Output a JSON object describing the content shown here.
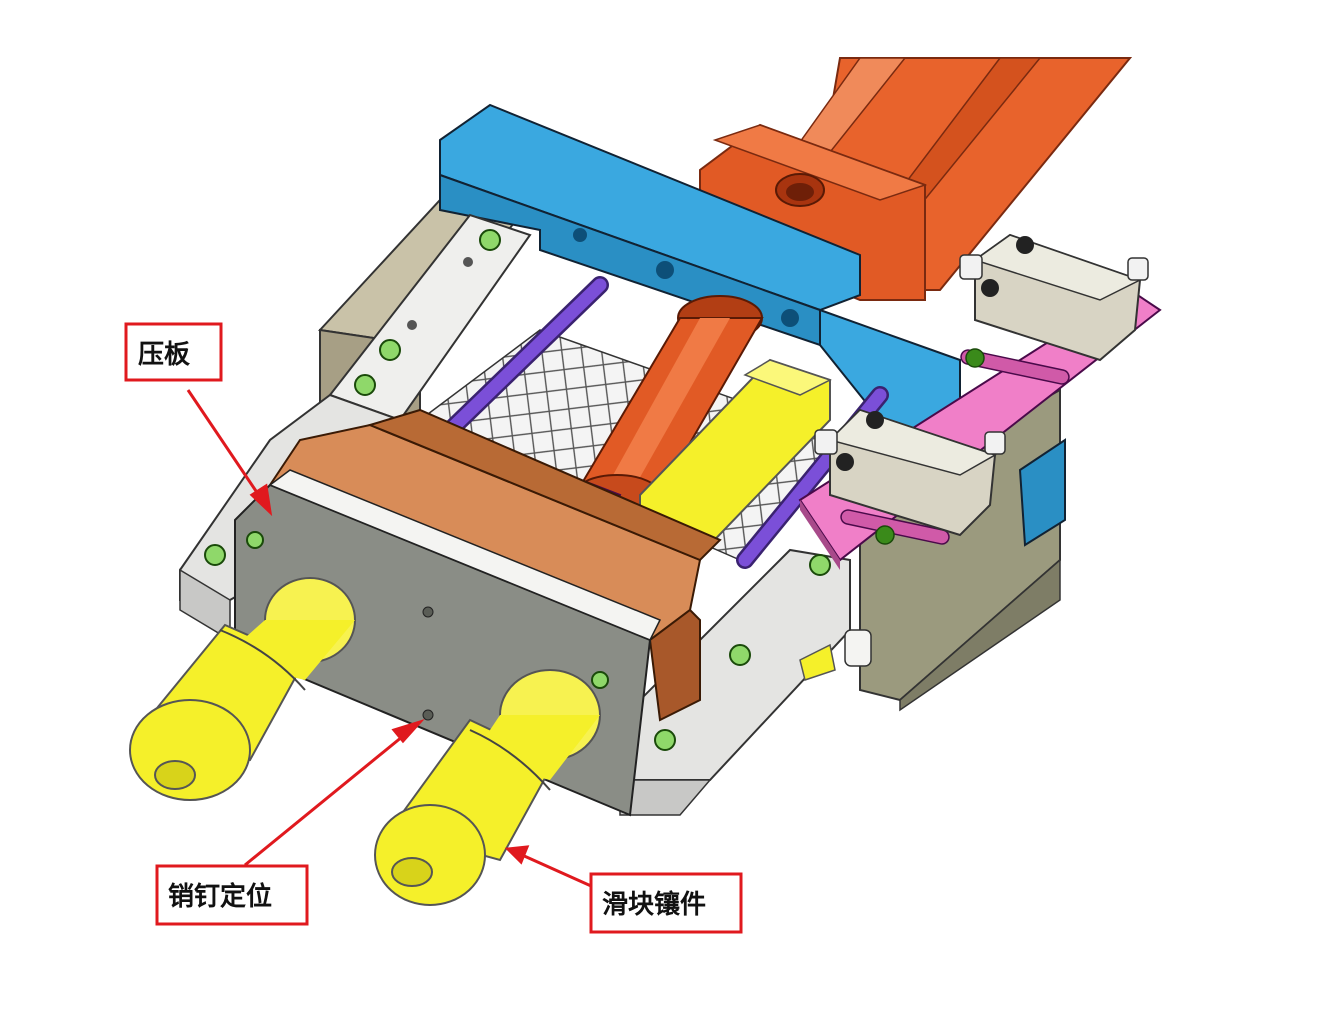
{
  "labels": {
    "pressure_plate": "压板",
    "pin_positioning": "销钉定位",
    "slider_insert": "滑块镶件"
  },
  "colors": {
    "annotation": "#e0191e",
    "cylinder": "#e8632c",
    "blue_block": "#3aa8e0",
    "slider": "#c97a45",
    "insert": "#f5f02a",
    "plate": "#8a8d86",
    "guide": "#e4e4e2",
    "switch_bracket": "#f07fc8",
    "rod": "#7b4fd8"
  }
}
